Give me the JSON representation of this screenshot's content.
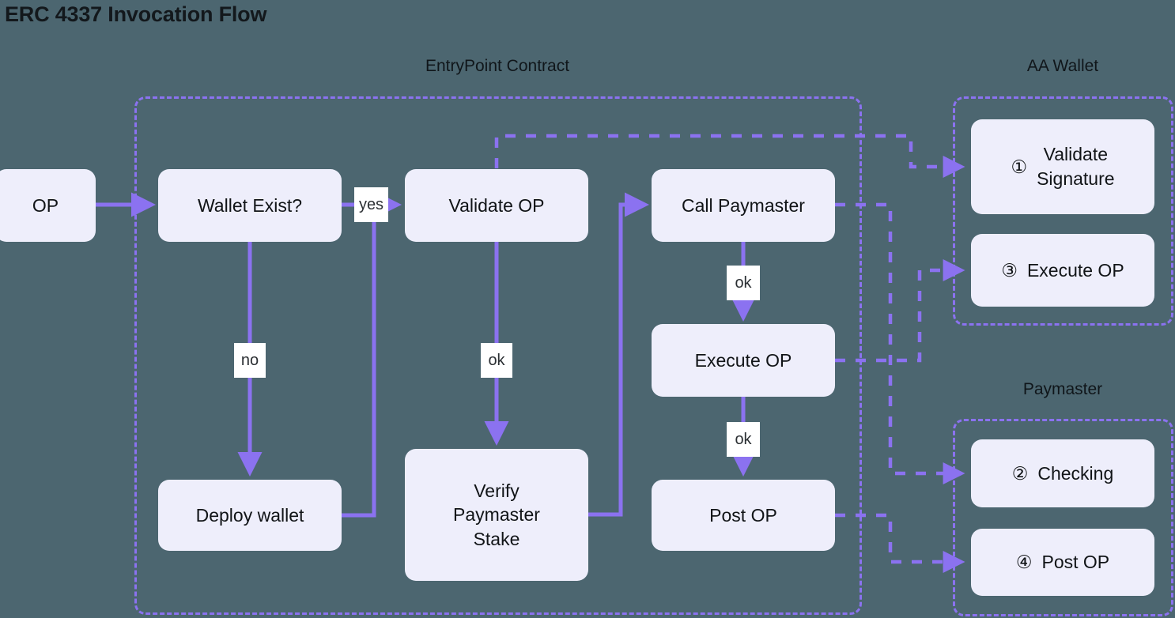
{
  "page": {
    "title": "ERC 4337 Invocation Flow",
    "background_color": "#4c6670",
    "node_fill": "#eeeefb",
    "accent_color": "#8b72f0",
    "text_color": "#111417"
  },
  "groups": [
    {
      "key": "entrypoint",
      "label": "EntryPoint Contract"
    },
    {
      "key": "aa_wallet",
      "label": "AA Wallet"
    },
    {
      "key": "paymaster",
      "label": "Paymaster"
    }
  ],
  "nodes": {
    "op": "OP",
    "wallet_exist": "Wallet Exist?",
    "deploy_wallet": "Deploy wallet",
    "validate_op": "Validate OP",
    "verify_paymaster_stake": "Verify\nPaymaster\nStake",
    "call_paymaster": "Call Paymaster",
    "execute_op": "Execute OP",
    "post_op": "Post OP",
    "aa_validate_signature_num": "①",
    "aa_validate_signature": "Validate\nSignature",
    "aa_execute_op_num": "③",
    "aa_execute_op": "Execute OP",
    "pm_checking_num": "②",
    "pm_checking": "Checking",
    "pm_post_op_num": "④",
    "pm_post_op": "Post OP"
  },
  "edge_labels": {
    "yes": "yes",
    "no": "no",
    "ok_validate": "ok",
    "ok_call_paymaster": "ok",
    "ok_execute_op": "ok"
  },
  "flow": {
    "steps": [
      {
        "order": 1,
        "label": "Validate Signature",
        "actor": "AA Wallet"
      },
      {
        "order": 2,
        "label": "Checking",
        "actor": "Paymaster"
      },
      {
        "order": 3,
        "label": "Execute OP",
        "actor": "AA Wallet"
      },
      {
        "order": 4,
        "label": "Post OP",
        "actor": "Paymaster"
      }
    ]
  }
}
